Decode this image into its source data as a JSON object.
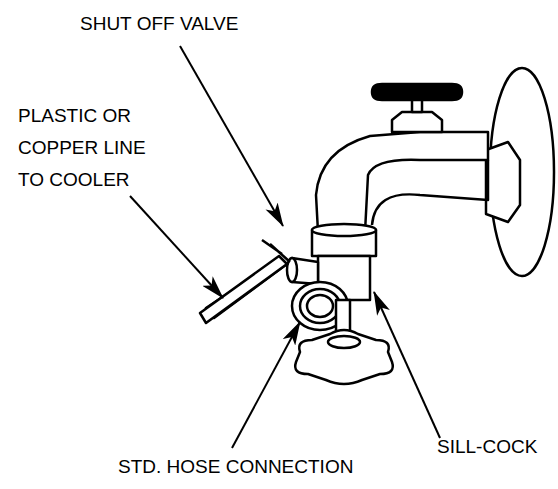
{
  "diagram": {
    "labels": [
      "SHUT OFF VALVE",
      "PLASTIC OR COPPER LINE TO COOLER",
      "STD. HOSE CONNECTION",
      "SILL-COCK"
    ]
  }
}
